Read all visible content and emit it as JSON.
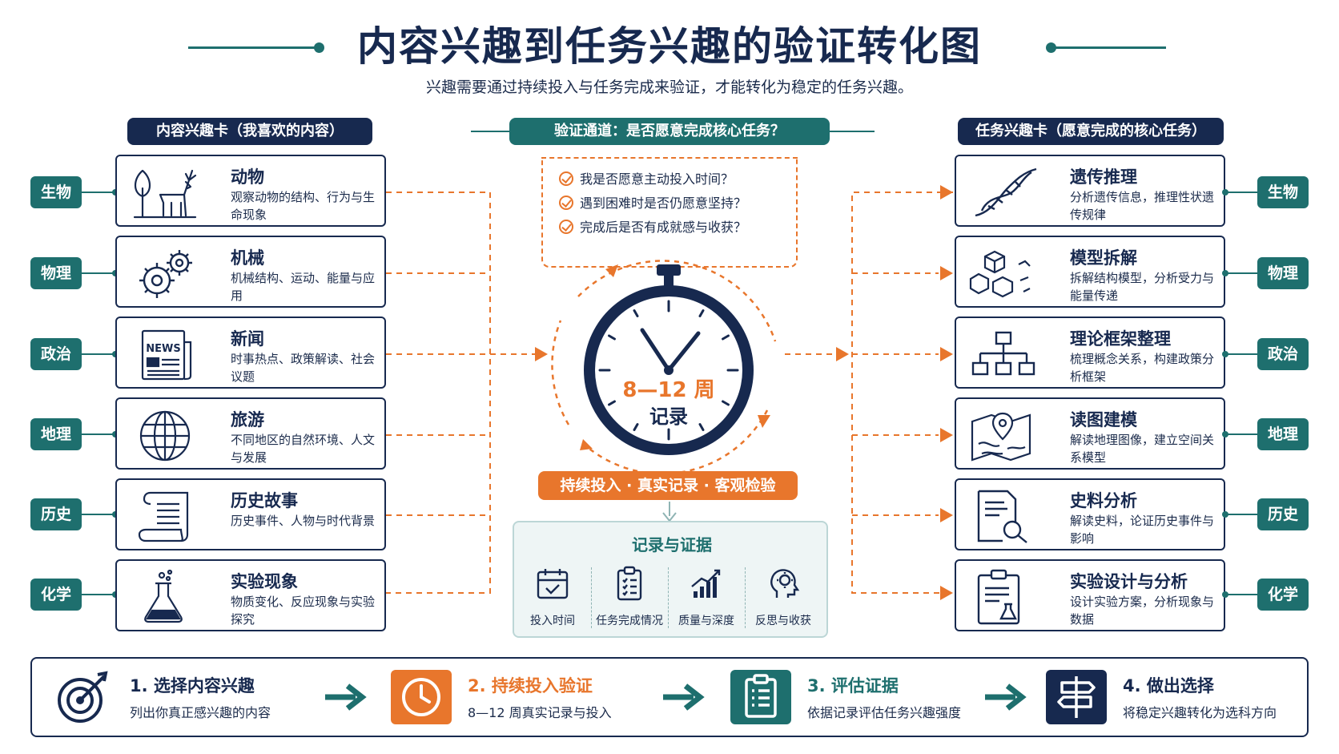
{
  "header": {
    "title": "内容兴趣到任务兴趣的验证转化图",
    "subtitle": "兴趣需要通过持续投入与任务完成来验证，才能转化为稳定的任务兴趣。"
  },
  "left_panel": {
    "label": "内容兴趣卡（我喜欢的内容）",
    "cards": [
      {
        "subject": "生物",
        "title": "动物",
        "desc": "观察动物的结构、行为与生命现象",
        "icon": "deer-plant-icon"
      },
      {
        "subject": "物理",
        "title": "机械",
        "desc": "机械结构、运动、能量与应用",
        "icon": "gears-icon"
      },
      {
        "subject": "政治",
        "title": "新闻",
        "desc": "时事热点、政策解读、社会议题",
        "icon": "newspaper-icon",
        "icon_text": "NEWS"
      },
      {
        "subject": "地理",
        "title": "旅游",
        "desc": "不同地区的自然环境、人文与发展",
        "icon": "globe-icon"
      },
      {
        "subject": "历史",
        "title": "历史故事",
        "desc": "历史事件、人物与时代背景",
        "icon": "scroll-icon"
      },
      {
        "subject": "化学",
        "title": "实验现象",
        "desc": "物质变化、反应现象与实验探究",
        "icon": "flask-icon"
      }
    ]
  },
  "center": {
    "label": "验证通道：是否愿意完成核心任务？",
    "questions": [
      "我是否愿意主动投入时间？",
      "遇到困难时是否仍愿意坚持？",
      "完成后是否有成就感与收获？"
    ],
    "timer_period": "8—12 周",
    "timer_label": "记录",
    "principle": "持续投入 · 真实记录 · 客观检验",
    "evidence_title": "记录与证据",
    "evidence": [
      {
        "label": "投入时间",
        "icon": "calendar-check-icon"
      },
      {
        "label": "任务完成情况",
        "icon": "checklist-icon"
      },
      {
        "label": "质量与深度",
        "icon": "bar-chart-icon"
      },
      {
        "label": "反思与收获",
        "icon": "head-idea-icon"
      }
    ]
  },
  "right_panel": {
    "label": "任务兴趣卡（愿意完成的核心任务）",
    "cards": [
      {
        "subject": "生物",
        "title": "遗传推理",
        "desc": "分析遗传信息，推理性状遗传规律",
        "icon": "dna-icon"
      },
      {
        "subject": "物理",
        "title": "模型拆解",
        "desc": "拆解结构模型，分析受力与能量传递",
        "icon": "cube-model-icon"
      },
      {
        "subject": "政治",
        "title": "理论框架整理",
        "desc": "梳理概念关系，构建政策分析框架",
        "icon": "hierarchy-icon"
      },
      {
        "subject": "地理",
        "title": "读图建模",
        "desc": "解读地理图像，建立空间关系模型",
        "icon": "map-pin-icon"
      },
      {
        "subject": "历史",
        "title": "史料分析",
        "desc": "解读史料，论证历史事件与影响",
        "icon": "document-search-icon"
      },
      {
        "subject": "化学",
        "title": "实验设计与分析",
        "desc": "设计实验方案，分析现象与数据",
        "icon": "clipboard-flask-icon"
      }
    ]
  },
  "steps": [
    {
      "title": "1. 选择内容兴趣",
      "desc": "列出你真正感兴趣的内容",
      "icon": "target-icon",
      "color": "#17294f"
    },
    {
      "title": "2. 持续投入验证",
      "desc": "8—12 周真实记录与投入",
      "icon": "clock-icon",
      "color": "#e8762c"
    },
    {
      "title": "3. 评估证据",
      "desc": "依据记录评估任务兴趣强度",
      "icon": "clipboard-icon",
      "color": "#1e6f6e"
    },
    {
      "title": "4. 做出选择",
      "desc": "将稳定兴趣转化为选科方向",
      "icon": "signpost-icon",
      "color": "#17294f"
    }
  ],
  "colors": {
    "navy": "#17294f",
    "teal": "#1e6f6e",
    "orange": "#e8762c"
  }
}
